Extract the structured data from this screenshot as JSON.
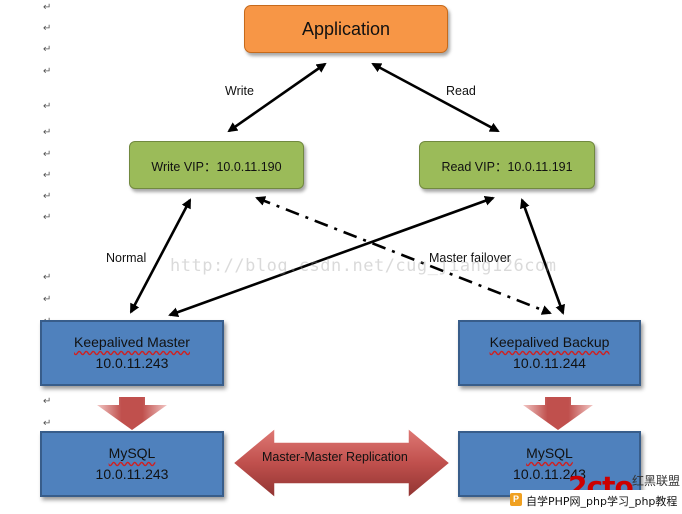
{
  "diagram": {
    "nodes": {
      "application": "Application",
      "write_vip": "Write VIP：10.0.11.190",
      "read_vip": "Read VIP：10.0.11.191",
      "keepalived_master": {
        "name": "Keepalived Master",
        "ip": "10.0.11.243"
      },
      "keepalived_backup": {
        "name": "Keepalived Backup",
        "ip": "10.0.11.244"
      },
      "mysql_master": {
        "name": "MySQL",
        "ip": "10.0.11.243"
      },
      "mysql_backup": {
        "name": "MySQL",
        "ip": "10.0.11.243"
      }
    },
    "edge_labels": {
      "write": "Write",
      "read": "Read",
      "normal": "Normal",
      "master_failover": "Master failover",
      "replication": "Master-Master Replication"
    },
    "colors": {
      "application": "#f79646",
      "vip": "#9bbb59",
      "server": "#4f81bd",
      "down_arrow": "#c0504d",
      "replication_arrow": "#c0504d"
    }
  },
  "watermark": "http://blog.csdn.net/cug_jiang126com",
  "logo": {
    "mark": "2cto",
    "name_cn": "红黑联盟",
    "tagline": "自学PHP网_php学习_php教程"
  },
  "paragraph_mark": "↵"
}
